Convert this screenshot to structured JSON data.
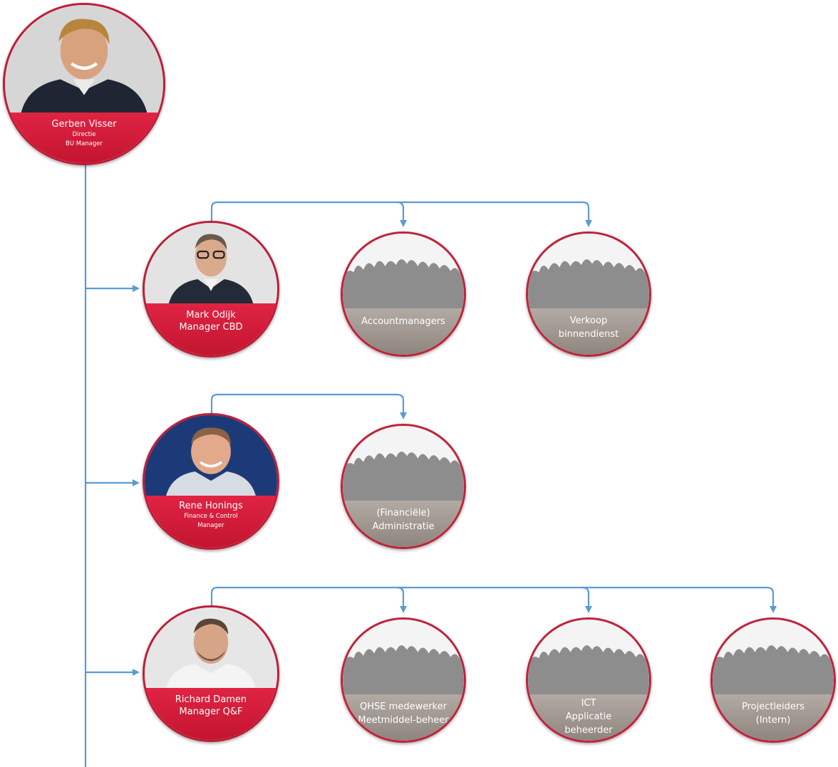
{
  "colors": {
    "connector": "#5b9bd5",
    "brand_red": "#c31530",
    "group_band": "#9a918a"
  },
  "director": {
    "name": "Gerben Visser",
    "title_line1": "Directie",
    "title_line2": "BU Manager"
  },
  "managers": [
    {
      "name": "Mark Odijk",
      "title_line1": "Manager CBD",
      "title_line2": "",
      "teams": [
        {
          "label_line1": "Accountmanagers",
          "label_line2": "",
          "label_line3": ""
        },
        {
          "label_line1": "Verkoop",
          "label_line2": "binnendienst",
          "label_line3": ""
        }
      ]
    },
    {
      "name": "Rene Honings",
      "title_line1": "Finance & Control",
      "title_line2": "Manager",
      "teams": [
        {
          "label_line1": "(Financiële)",
          "label_line2": "Administratie",
          "label_line3": ""
        }
      ]
    },
    {
      "name": "Richard Damen",
      "title_line1": "Manager Q&F",
      "title_line2": "",
      "teams": [
        {
          "label_line1": "QHSE medewerker",
          "label_line2": "Meetmiddel-beheer",
          "label_line3": ""
        },
        {
          "label_line1": "ICT",
          "label_line2": "Applicatie",
          "label_line3": "beheerder"
        },
        {
          "label_line1": "Projectleiders",
          "label_line2": "(Intern)",
          "label_line3": ""
        }
      ]
    }
  ]
}
